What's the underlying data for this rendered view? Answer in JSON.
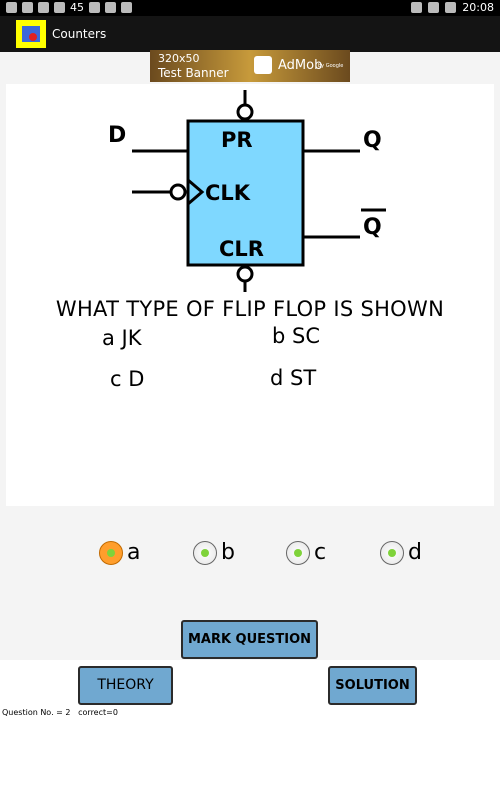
{
  "status_bar": {
    "notification_count": "45",
    "time": "20:08"
  },
  "app": {
    "title": "Counters",
    "icon": "counters-app-icon"
  },
  "ad": {
    "size_text": "320x50",
    "banner_text": "Test Banner",
    "brand": "AdMob",
    "by": "by Google"
  },
  "diagram": {
    "pins": {
      "d": "D",
      "q": "Q",
      "qbar": "Q",
      "pr": "PR",
      "clk": "CLK",
      "clr": "CLR"
    },
    "colors": {
      "box_fill": "#7fd8ff",
      "stroke": "#000000"
    }
  },
  "question": {
    "text": "WHAT TYPE OF FLIP FLOP IS SHOWN",
    "options": [
      {
        "key": "a",
        "text": "a JK"
      },
      {
        "key": "b",
        "text": "b SC"
      },
      {
        "key": "c",
        "text": "c D"
      },
      {
        "key": "d",
        "text": "d ST"
      }
    ]
  },
  "answers": {
    "selected": "a",
    "choices": [
      "a",
      "b",
      "c",
      "d"
    ]
  },
  "buttons": {
    "mark": "MARK QUESTION",
    "theory": "THEORY",
    "solution": "SOLUTION"
  },
  "info": {
    "question_no": "Question No. = 2",
    "correct": "correct=0"
  },
  "colors": {
    "button_bg": "#70a8d0",
    "radio_selected": "#ff9e2c",
    "radio_dot": "#7fd33a",
    "app_icon_bg": "#ffff00"
  }
}
